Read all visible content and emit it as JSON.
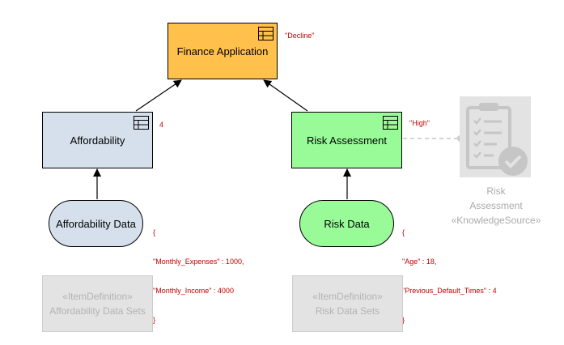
{
  "decisions": {
    "finance": {
      "label": "Finance Application",
      "value": "\"Decline\"",
      "color": "#ffc04c"
    },
    "affordability": {
      "label": "Affordability",
      "value": "4",
      "color": "#d6e0ec"
    },
    "risk": {
      "label": "Risk Assessment",
      "value": "\"High\"",
      "color": "#98fb98"
    }
  },
  "inputs": {
    "affordability_data": {
      "label": "Affordability Data",
      "color": "#d6e0ec",
      "value_lines": [
        "{",
        "\"Monthly_Expenses\" : 1000,",
        "\"Monthly_Income\" : 4000",
        "}"
      ]
    },
    "risk_data": {
      "label": "Risk Data",
      "color": "#98fb98",
      "value_lines": [
        "{",
        "\"Age\" : 18,",
        "\"Previous_Default_Times\" : 4",
        "}"
      ]
    }
  },
  "item_definitions": {
    "affordability": {
      "stereotype": "«ItemDefinition»",
      "name": "Affordability Data Sets"
    },
    "risk": {
      "stereotype": "«ItemDefinition»",
      "name": "Risk Data Sets"
    }
  },
  "knowledge_source": {
    "name_line1": "Risk",
    "name_line2": "Assessment",
    "stereotype": "«KnowledgeSource»",
    "icon": "checklist-clipboard-icon"
  }
}
